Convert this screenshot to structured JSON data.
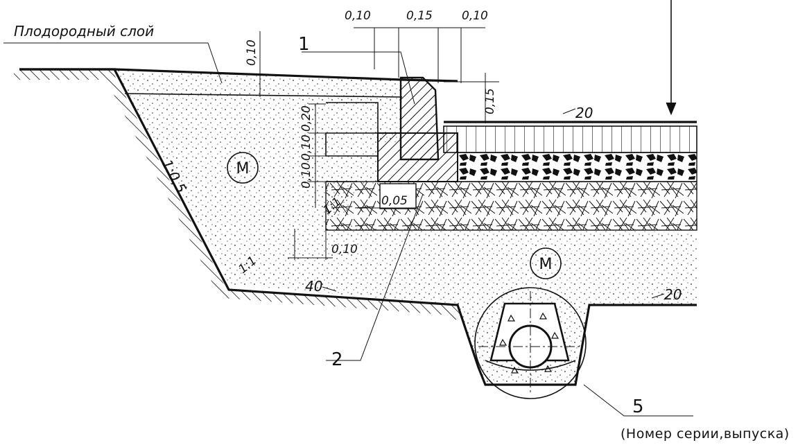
{
  "labels": {
    "soil_layer": "Плодородный слой",
    "note": "(Номер серии,выпуска)",
    "material_marker": "М"
  },
  "callouts": [
    "1",
    "2",
    "5"
  ],
  "dimensions": {
    "top_left": "0,10",
    "top_mid": "0,15",
    "top_right": "0,10",
    "soil_thickness": "0,10",
    "curb_height": "0,15",
    "step_a": "0,20",
    "step_b": "0,10",
    "step_c": "0,10",
    "step_d": "0,05",
    "bench": "0,10"
  },
  "slopes": {
    "embankment": "1:0,5",
    "lower_left": "1:1",
    "mid": "1:1",
    "pavement": "20",
    "right_bottom": "20",
    "bottom_40": "40"
  }
}
